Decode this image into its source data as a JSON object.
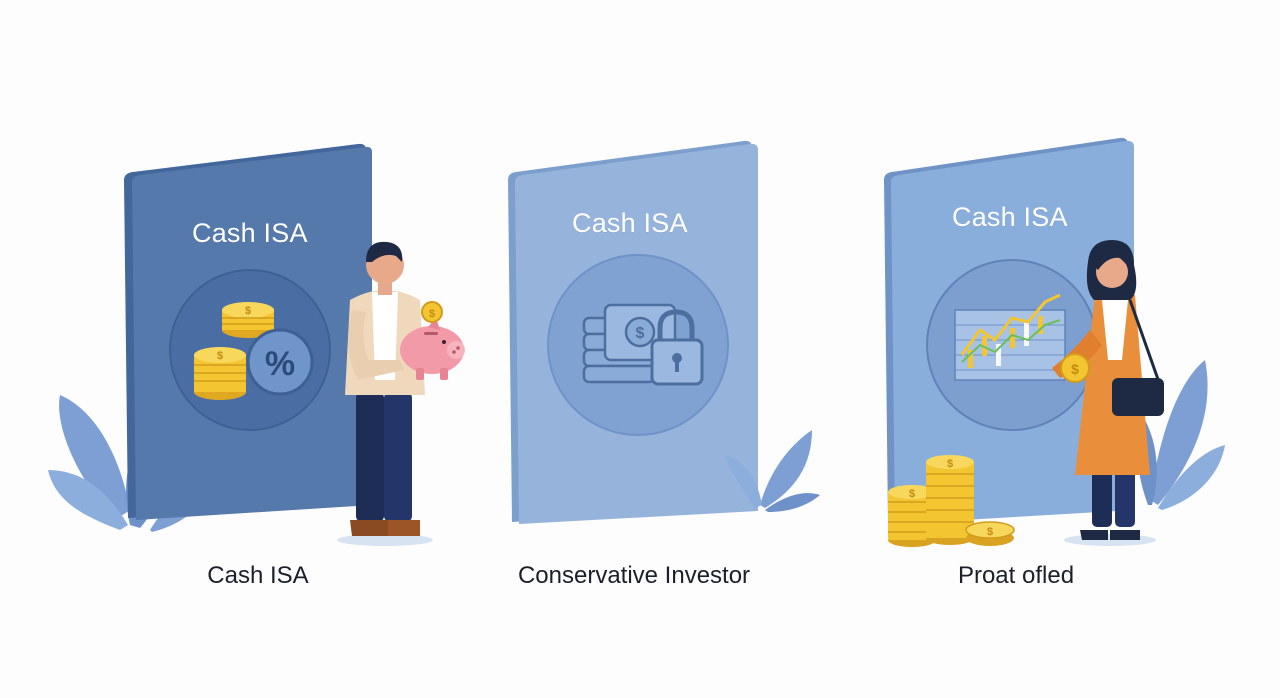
{
  "cards": [
    {
      "title": "Cash ISA",
      "caption": "Cash ISA"
    },
    {
      "title": "Cash ISA",
      "caption": "Conservative Investor"
    },
    {
      "title": "Cash ISA",
      "caption": "Proat ofled"
    }
  ],
  "colors": {
    "card_dark": "#5579ab",
    "card_mid": "#8aaedb",
    "card_light": "#96b3dc",
    "leaf": "#7d9fd3",
    "coin": "#f3c531",
    "coat_orange": "#e98e3a",
    "jacket_beige": "#f0d8bd",
    "trousers_navy": "#1e2d55",
    "piggy_pink": "#f29aa8"
  },
  "icons": [
    "coins-icon",
    "percent-icon",
    "piggy-bank-icon",
    "cash-stack-icon",
    "padlock-icon",
    "line-chart-icon",
    "leaf-icon"
  ]
}
